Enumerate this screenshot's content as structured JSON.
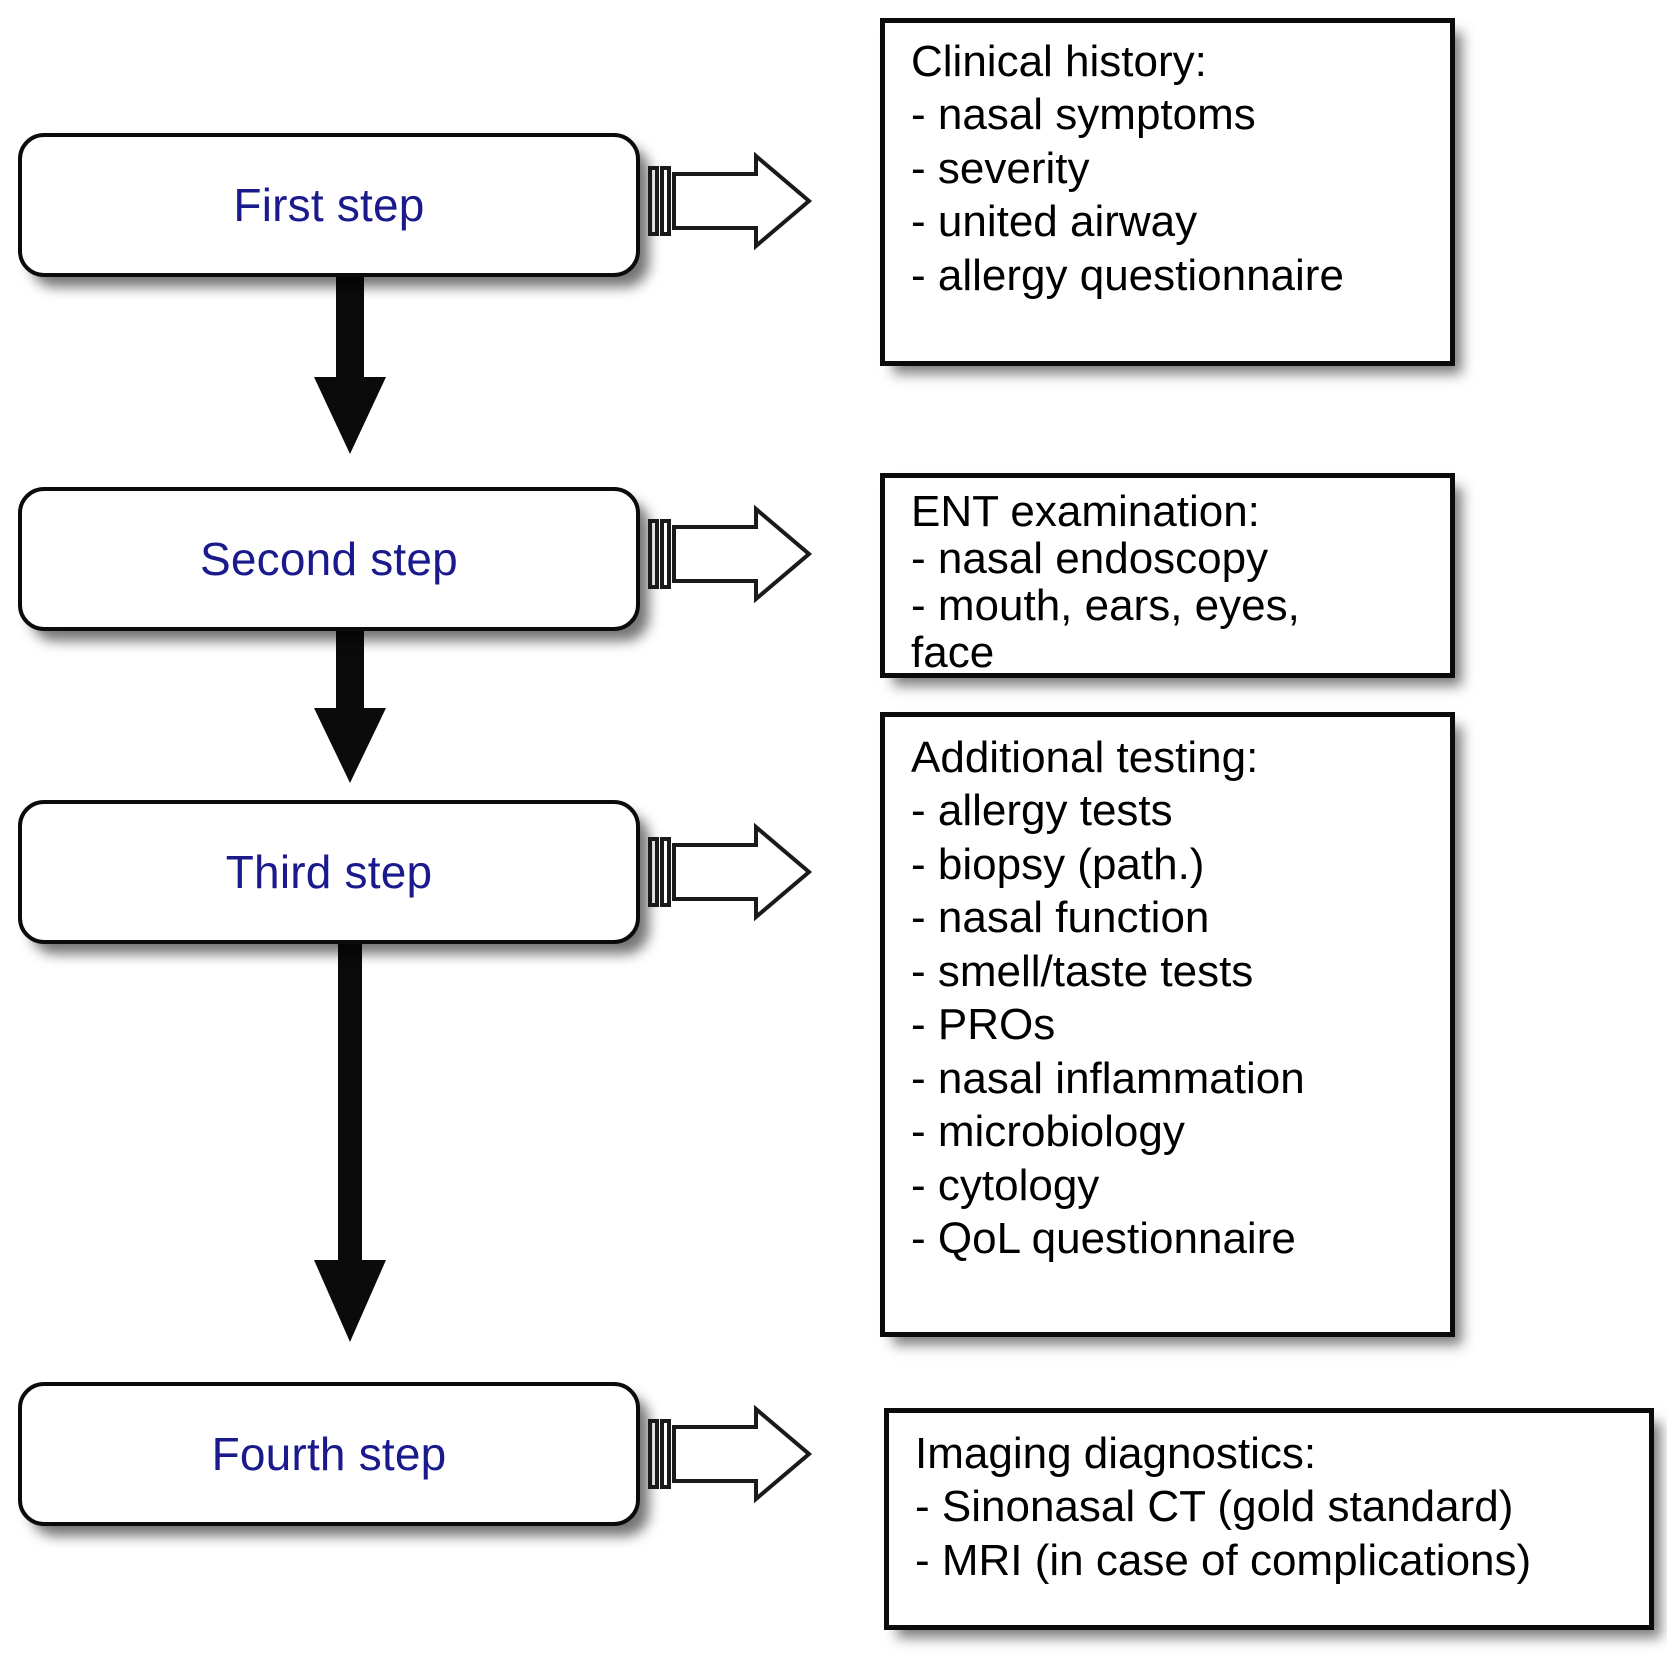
{
  "diagram": {
    "title": "Stepwise diagnostic work-up flowchart",
    "accent_color": "#1a1a8c",
    "line_color": "#0b0b0b",
    "background": "#ffffff"
  },
  "steps": [
    {
      "label": "First step",
      "icon": "rounded-rectangle"
    },
    {
      "label": "Second step",
      "icon": "rounded-rectangle"
    },
    {
      "label": "Third step",
      "icon": "rounded-rectangle"
    },
    {
      "label": "Fourth step",
      "icon": "rounded-rectangle"
    }
  ],
  "connectors": [
    {
      "from": "First step",
      "to": "Second step",
      "icon": "down-arrow-icon"
    },
    {
      "from": "Second step",
      "to": "Third step",
      "icon": "down-arrow-icon"
    },
    {
      "from": "Third step",
      "to": "Fourth step",
      "icon": "down-arrow-icon"
    }
  ],
  "callout_arrows": [
    {
      "for": "First step",
      "icon": "block-right-arrow-icon"
    },
    {
      "for": "Second step",
      "icon": "block-right-arrow-icon"
    },
    {
      "for": "Third step",
      "icon": "block-right-arrow-icon"
    },
    {
      "for": "Fourth step",
      "icon": "block-right-arrow-icon"
    }
  ],
  "panels": [
    {
      "heading": "Clinical history:",
      "items": [
        "- nasal symptoms",
        "- severity",
        "- united airway",
        "- allergy questionnaire"
      ]
    },
    {
      "heading": "ENT examination:",
      "items": [
        "- nasal endoscopy",
        "- mouth, ears, eyes,",
        "face"
      ]
    },
    {
      "heading": "Additional testing:",
      "items": [
        "- allergy tests",
        "- biopsy (path.)",
        "- nasal function",
        "- smell/taste tests",
        "- PROs",
        "- nasal inflammation",
        "- microbiology",
        "- cytology",
        "- QoL questionnaire"
      ]
    },
    {
      "heading": "Imaging diagnostics:",
      "items": [
        "- Sinonasal CT (gold standard)",
        "- MRI (in case of complications)"
      ]
    }
  ]
}
